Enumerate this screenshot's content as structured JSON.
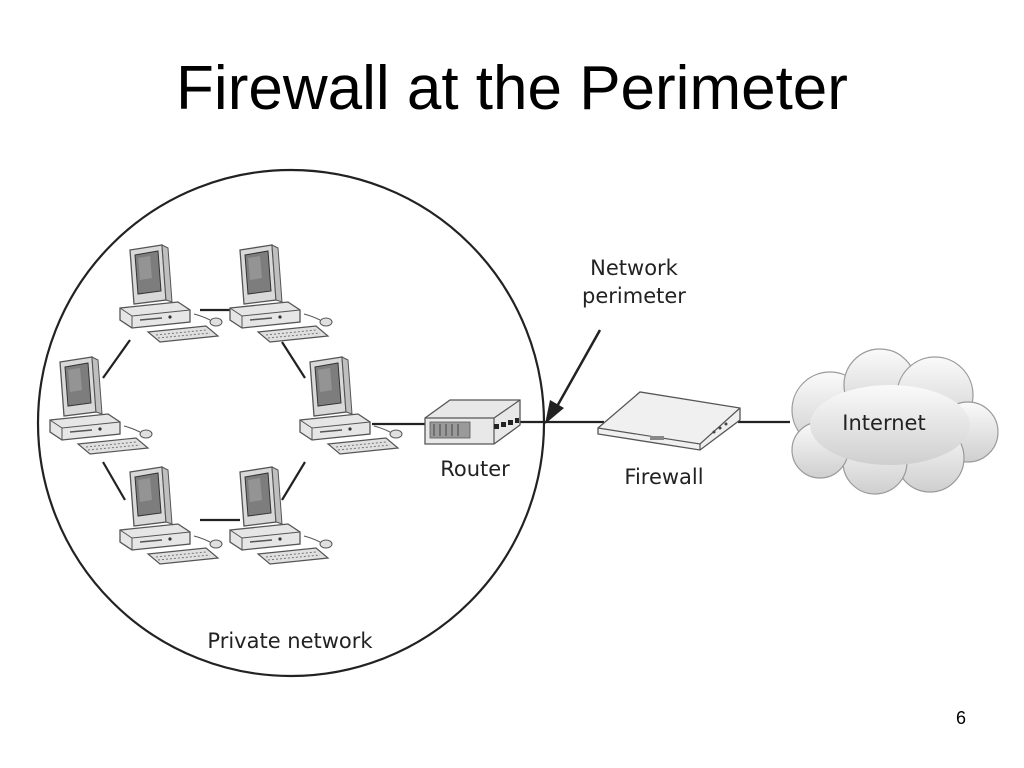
{
  "slide": {
    "title": "Firewall at the Perimeter",
    "page_number": "6"
  },
  "diagram": {
    "labels": {
      "network_perimeter_line1": "Network",
      "network_perimeter_line2": "perimeter",
      "router": "Router",
      "firewall": "Firewall",
      "internet": "Internet",
      "private_network": "Private network"
    },
    "icons": {
      "computer": "desktop-computer-icon",
      "router": "router-icon",
      "firewall": "firewall-appliance-icon",
      "internet": "cloud-icon"
    },
    "computer_count": 6
  }
}
